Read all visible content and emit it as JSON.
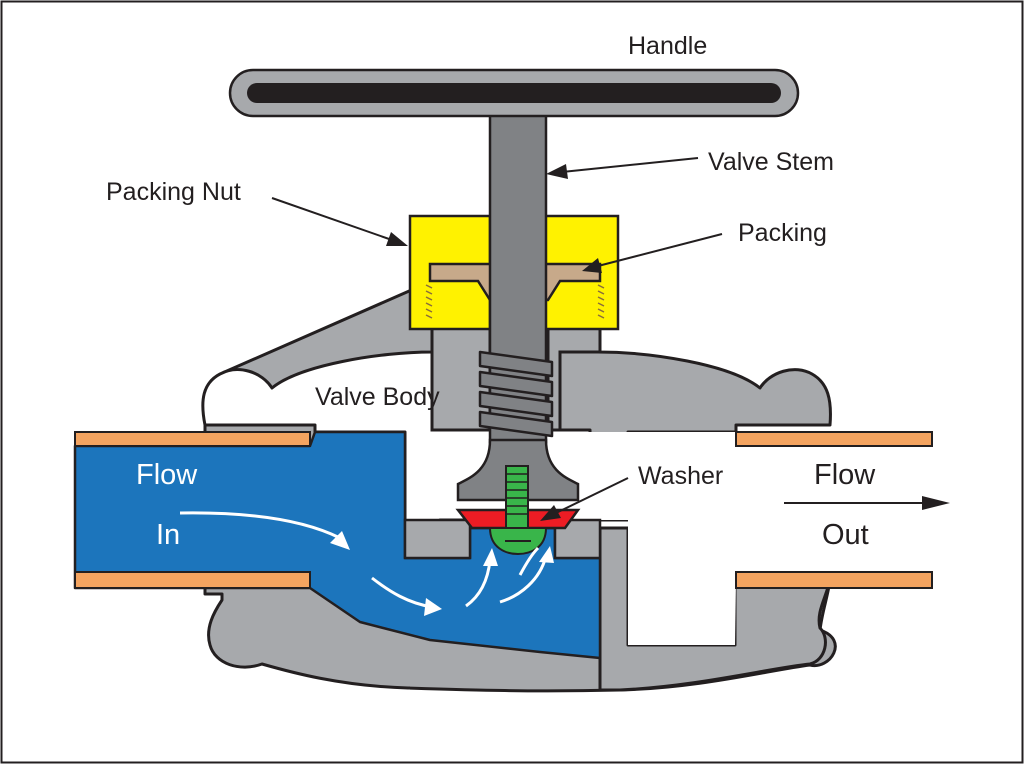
{
  "diagram": {
    "labels": {
      "handle": "Handle",
      "valve_stem": "Valve Stem",
      "packing_nut": "Packing Nut",
      "packing": "Packing",
      "valve_body": "Valve Body",
      "washer": "Washer",
      "flow_in_1": "Flow",
      "flow_in_2": "In",
      "flow_out_1": "Flow",
      "flow_out_2": "Out"
    },
    "colors": {
      "body_gray": "#a7a9ac",
      "outline": "#231f20",
      "water_blue": "#1c75bc",
      "pipe_orange": "#f4a460",
      "packing_nut_yellow": "#fff200",
      "packing_tan": "#c7a98a",
      "washer_red": "#ed1c24",
      "screw_green": "#39b54a",
      "stem_gray": "#808285"
    }
  }
}
